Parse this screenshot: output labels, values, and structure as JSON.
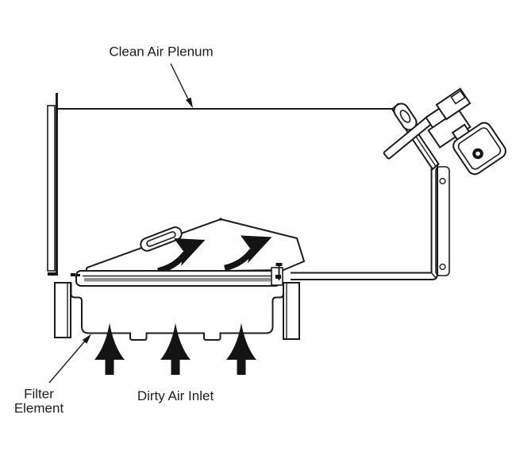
{
  "diagram": {
    "labels": {
      "clean_air_plenum": "Clean Air Plenum",
      "filter_element": [
        "Filter",
        "Element"
      ],
      "dirty_air_inlet": "Dirty Air Inlet"
    },
    "colors": {
      "line": "#1c1c1c",
      "background": "#ffffff",
      "arrow_fill": "#141414",
      "gasket_gray": "#8f8f8f"
    }
  }
}
